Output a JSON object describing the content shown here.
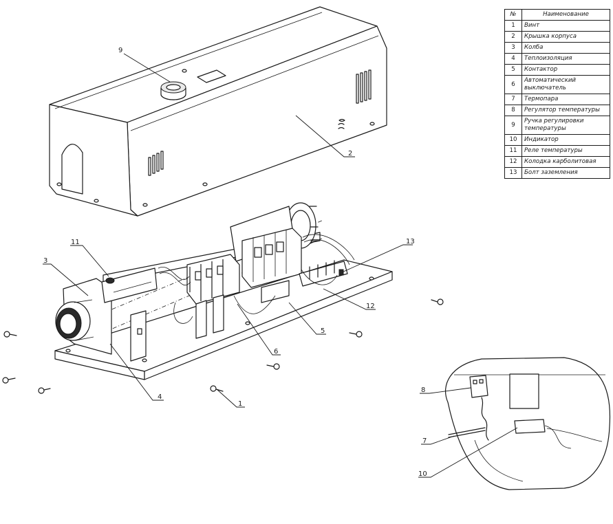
{
  "table": {
    "header_num": "№",
    "header_name": "Наименование",
    "rows": [
      {
        "num": "1",
        "name": "Винт"
      },
      {
        "num": "2",
        "name": "Крышка корпуса"
      },
      {
        "num": "3",
        "name": "Колба"
      },
      {
        "num": "4",
        "name": "Теплоизоляция"
      },
      {
        "num": "5",
        "name": "Контактор"
      },
      {
        "num": "6",
        "name": "Автоматический выключатель"
      },
      {
        "num": "7",
        "name": "Термопара"
      },
      {
        "num": "8",
        "name": "Регулятор температуры"
      },
      {
        "num": "9",
        "name": "Ручка регулировки температуры"
      },
      {
        "num": "10",
        "name": "Индикатор"
      },
      {
        "num": "11",
        "name": "Реле температуры"
      },
      {
        "num": "12",
        "name": "Колодка карболитовая"
      },
      {
        "num": "13",
        "name": "Болт заземления"
      }
    ]
  },
  "callouts": {
    "c1": "1",
    "c2": "2",
    "c3": "3",
    "c4": "4",
    "c5": "5",
    "c6": "6",
    "c7": "7",
    "c8": "8",
    "c9": "9",
    "c10": "10",
    "c11": "11",
    "c12": "12",
    "c13": "13"
  }
}
